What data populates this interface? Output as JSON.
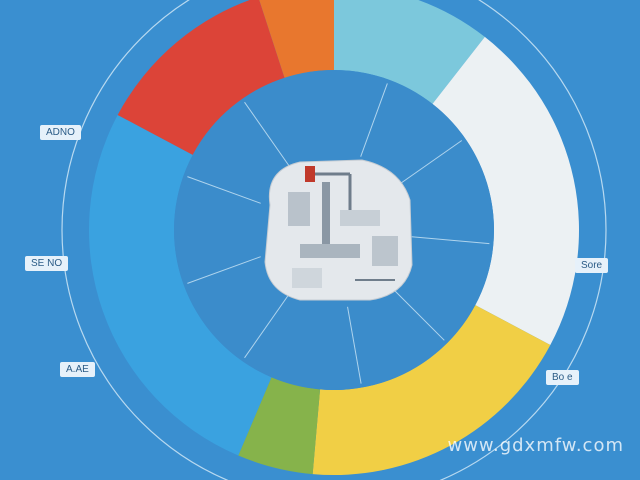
{
  "colors": {
    "background": "#3a8fd0",
    "orange": "#e8772e",
    "teal": "#7cc8dc",
    "white": "#ecf1f3",
    "yellow": "#f1cf45",
    "green": "#86b34b",
    "blue": "#3aa2e0",
    "red": "#dc4438",
    "inner": "#3b8ccb",
    "hub": "#e4e8ec"
  },
  "segments": [
    {
      "id": "teal",
      "start": 0,
      "end": 38,
      "color": "#7cc8dc"
    },
    {
      "id": "white",
      "start": 38,
      "end": 118,
      "color": "#ecf1f3"
    },
    {
      "id": "yellow",
      "start": 118,
      "end": 185,
      "color": "#f1cf45"
    },
    {
      "id": "green",
      "start": 185,
      "end": 203,
      "color": "#86b34b"
    },
    {
      "id": "blue",
      "start": 203,
      "end": 298,
      "color": "#3aa2e0"
    },
    {
      "id": "red",
      "start": 298,
      "end": 342,
      "color": "#dc4438"
    },
    {
      "id": "orange",
      "start": 342,
      "end": 360,
      "color": "#e8772e"
    }
  ],
  "side_labels": {
    "top_left": "ADNO",
    "mid_left": "SE NO",
    "bottom_left": "A.AE",
    "mid_right": "Sore",
    "bottom_right": "Bo e"
  },
  "watermark": "www.gdxmfw.com"
}
